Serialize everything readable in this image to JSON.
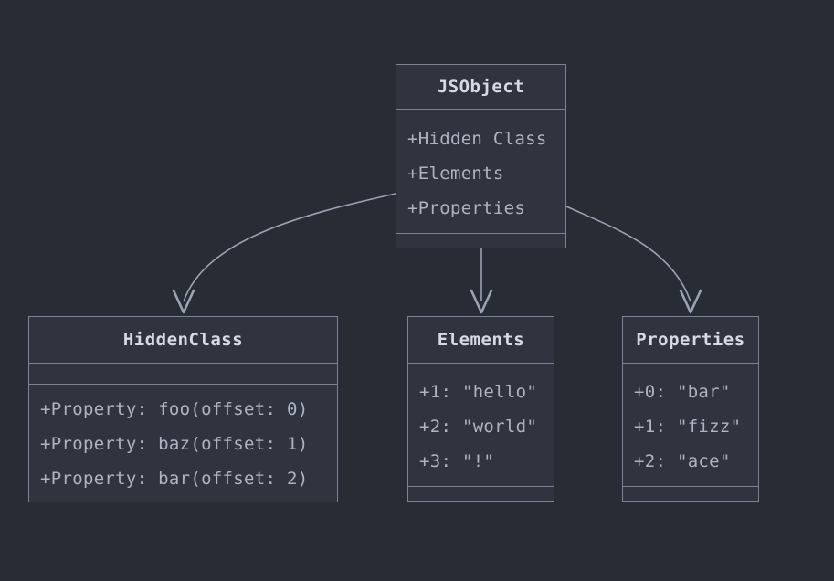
{
  "diagram": {
    "background_color": "#282c35",
    "box_fill_color": "#2f343f",
    "border_color": "#7b8496",
    "title_text_color": "#d6dae3",
    "body_text_color": "#aeb5c2",
    "edge_color": "#9aa3b4",
    "boxes": {
      "jsobject": {
        "title": "JSObject",
        "rows": [
          "+Hidden Class",
          "+Elements",
          "+Properties"
        ]
      },
      "hiddenclass": {
        "title": "HiddenClass",
        "rows": [
          "+Property: foo(offset: 0)",
          "+Property: baz(offset: 1)",
          "+Property: bar(offset: 2)"
        ]
      },
      "elements": {
        "title": "Elements",
        "rows": [
          "+1: \"hello\"",
          "+2: \"world\"",
          "+3: \"!\""
        ]
      },
      "properties": {
        "title": "Properties",
        "rows": [
          "+0: \"bar\"",
          "+1: \"fizz\"",
          "+2: \"ace\""
        ]
      }
    }
  }
}
